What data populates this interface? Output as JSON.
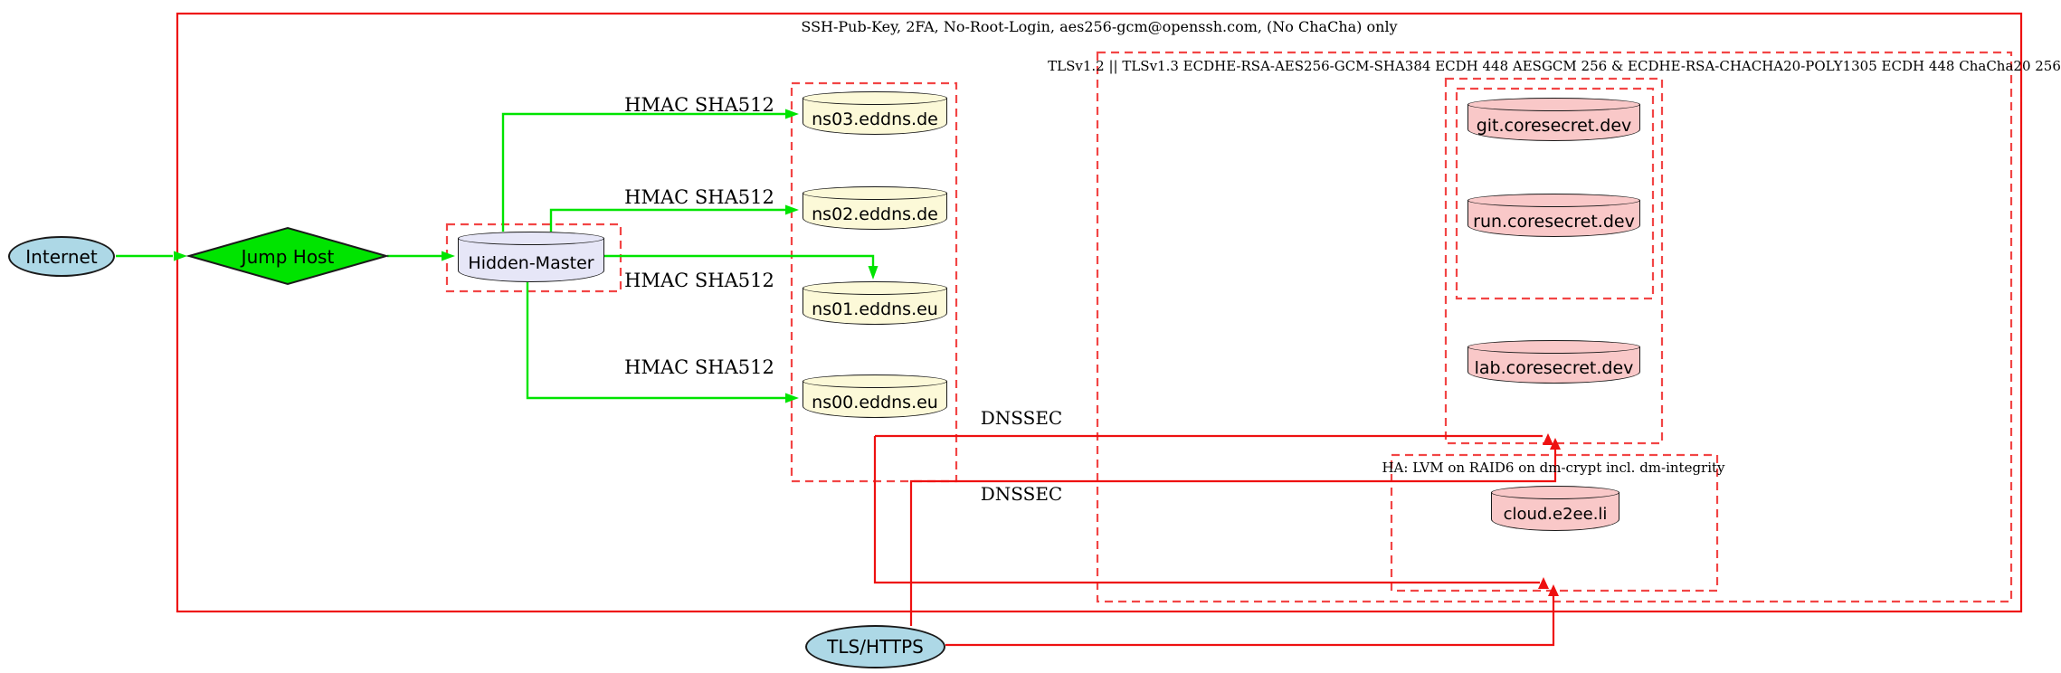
{
  "clusters": {
    "ssh_boundary": {
      "label": "SSH-Pub-Key, 2FA, No-Root-Login, aes256-gcm@openssh.com, (No ChaCha) only",
      "border": "solid",
      "border_color": "#ee1111"
    },
    "tls_zone": {
      "label": "TLSv1.2 || TLSv1.3 ECDHE-RSA-AES256-GCM-SHA384 ECDH 448 AESGCM 256 & ECDHE-RSA-CHACHA20-POLY1305 ECDH 448 ChaCha20 256",
      "border": "dashed",
      "border_color": "#f24545"
    },
    "ha_zone": {
      "label": "HA: LVM on RAID6 on dm-crypt incl. dm-integrity",
      "border": "dashed",
      "border_color": "#f24545"
    },
    "ns_zone": {
      "label": "",
      "border": "dashed",
      "border_color": "#f24545"
    },
    "hidden_master_zone": {
      "label": "",
      "border": "dashed",
      "border_color": "#f24545"
    },
    "www_zone": {
      "label": "",
      "border": "dashed",
      "border_color": "#f24545"
    },
    "git_run_zone": {
      "label": "",
      "border": "dashed",
      "border_color": "#f24545"
    }
  },
  "nodes": {
    "internet": {
      "label": "Internet",
      "shape": "ellipse",
      "fill": "#add8e6"
    },
    "jump_host": {
      "label": "Jump Host",
      "shape": "diamond",
      "fill": "#00e400"
    },
    "hidden_master": {
      "label": "Hidden-Master",
      "shape": "cylinder",
      "fill": "#e6e6f7"
    },
    "ns03": {
      "label": "ns03.eddns.de",
      "shape": "cylinder",
      "fill": "#fcf9d8"
    },
    "ns02": {
      "label": "ns02.eddns.de",
      "shape": "cylinder",
      "fill": "#fcf9d8"
    },
    "ns01": {
      "label": "ns01.eddns.eu",
      "shape": "cylinder",
      "fill": "#fcf9d8"
    },
    "ns00": {
      "label": "ns00.eddns.eu",
      "shape": "cylinder",
      "fill": "#fcf9d8"
    },
    "git": {
      "label": "git.coresecret.dev",
      "shape": "cylinder",
      "fill": "#f9c8c8"
    },
    "run": {
      "label": "run.coresecret.dev",
      "shape": "cylinder",
      "fill": "#f9c8c8"
    },
    "lab": {
      "label": "lab.coresecret.dev",
      "shape": "cylinder",
      "fill": "#f9c8c8"
    },
    "cloud": {
      "label": "cloud.e2ee.li",
      "shape": "cylinder",
      "fill": "#f9c8c8"
    },
    "tls_https": {
      "label": "TLS/HTTPS",
      "shape": "ellipse",
      "fill": "#add8e6"
    }
  },
  "edges": {
    "hidden_master_to_ns03": {
      "label": "HMAC SHA512",
      "color": "#00e400"
    },
    "hidden_master_to_ns02": {
      "label": "HMAC SHA512",
      "color": "#00e400"
    },
    "hidden_master_to_ns01": {
      "label": "HMAC SHA512",
      "color": "#00e400"
    },
    "hidden_master_to_ns00": {
      "label": "HMAC SHA512",
      "color": "#00e400"
    },
    "dnssec_to_www": {
      "label": "DNSSEC",
      "color": "#ee1111"
    },
    "dnssec_to_ha": {
      "label": "DNSSEC",
      "color": "#ee1111"
    },
    "internet_to_jump_host": {
      "label": "",
      "color": "#00e400"
    },
    "jump_host_to_hidden_master": {
      "label": "",
      "color": "#00e400"
    },
    "tls_https_to_www": {
      "label": "",
      "color": "#ee1111"
    },
    "tls_https_to_ha": {
      "label": "",
      "color": "#ee1111"
    }
  },
  "colors": {
    "secure_edge_green": "#00e400",
    "tls_edge_red": "#ee1111",
    "cluster_border_red": "#f24545",
    "node_border": "#1a1a1a",
    "internet_fill": "#add8e6",
    "jump_host_fill": "#00e400",
    "hidden_master_fill": "#e6e6f7",
    "dns_server_fill": "#fcf9d8",
    "web_server_fill": "#f9c8c8"
  }
}
